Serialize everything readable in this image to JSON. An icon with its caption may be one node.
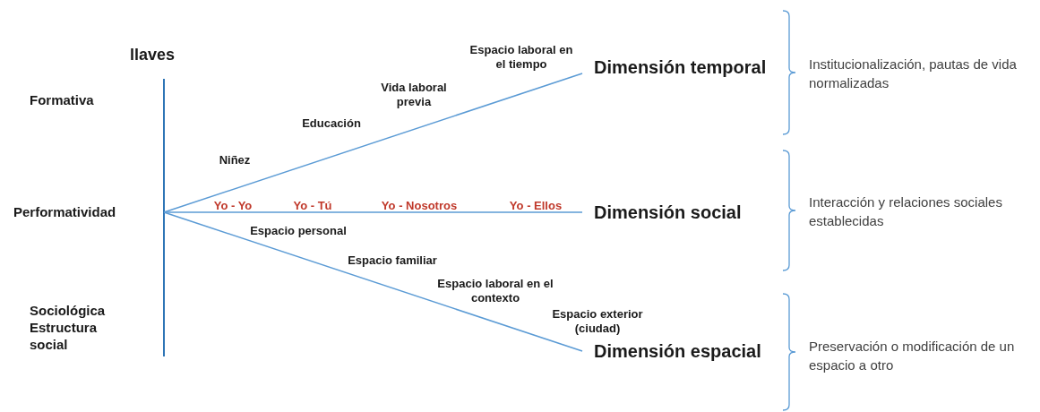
{
  "diagram": {
    "nodes": [
      {
        "text": [
          "Dimensión temporal"
        ]
      },
      {
        "text": [
          "Dimensión social"
        ]
      },
      {
        "text": [
          "Dimensión espacial"
        ]
      }
    ],
    "edges": [
      {
        "from": null,
        "to": 0,
        "arrow": "none"
      },
      {
        "from": null,
        "to": 1,
        "arrow": "none"
      },
      {
        "from": null,
        "to": 2,
        "arrow": "none"
      }
    ],
    "labels": [
      "llaves",
      "Formativa",
      "Performatividad",
      "Sociológica Estructura social",
      "Espacio laboral en el tiempo",
      "Vida laboral previa",
      "Educación",
      "Niñez",
      "Yo - Yo",
      "Yo - Tú",
      "Yo - Nosotros",
      "Yo - Ellos",
      "Espacio personal",
      "Espacio familiar",
      "Espacio laboral en el contexto",
      "Espacio exterior (ciudad)",
      "Institucionalización, pautas de vida normalizadas",
      "Interacción y relaciones sociales establecidas",
      "Preservación o modificación de un espacio a otro"
    ]
  }
}
